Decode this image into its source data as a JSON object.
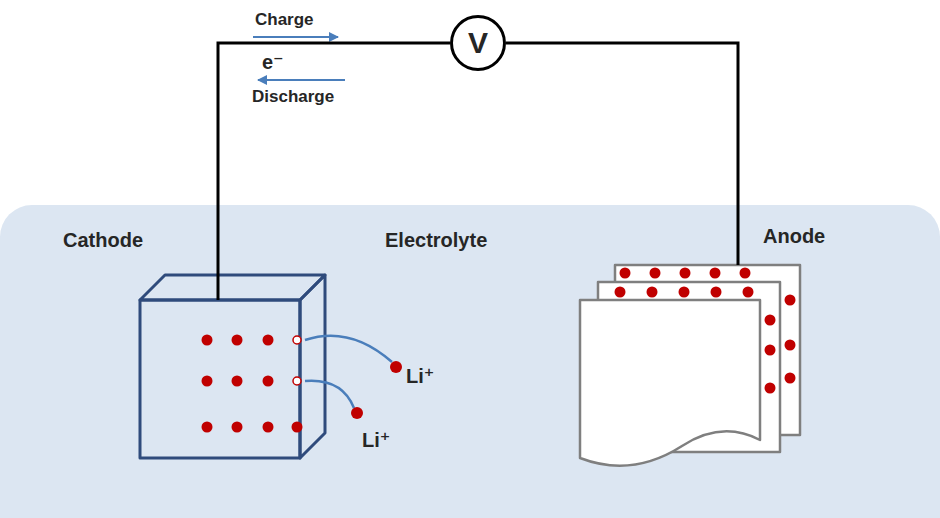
{
  "diagram": {
    "nodes": [
      {
        "text": [
          "V"
        ]
      },
      {
        "text": [
          "Electrolyte"
        ]
      },
      {
        "text": [
          "Cathode"
        ],
        "in": 1
      },
      {
        "text": [
          "Anode"
        ],
        "in": 1
      }
    ],
    "edges": [
      {
        "from": 2,
        "to": 0,
        "arrow": "none"
      },
      {
        "from": 0,
        "to": 3,
        "arrow": "none"
      }
    ],
    "labels": [
      "Charge",
      "e⁻",
      "Discharge",
      "Li⁺",
      "Li⁺"
    ]
  }
}
